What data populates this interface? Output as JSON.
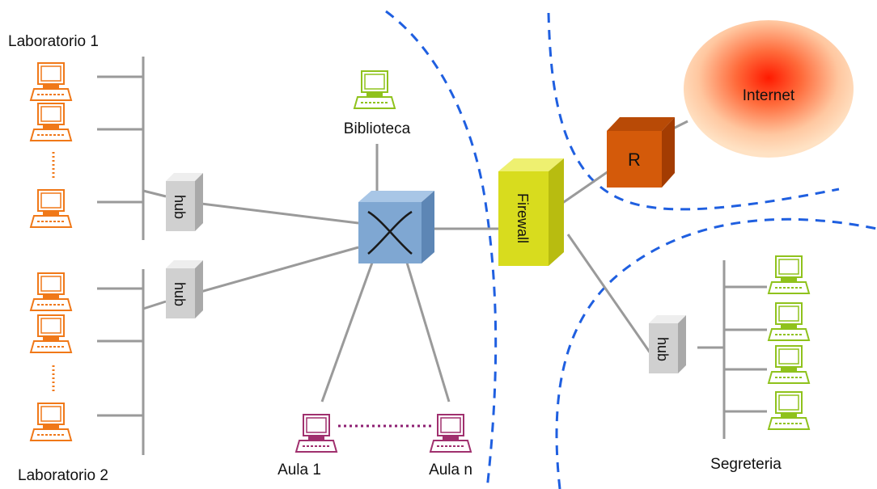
{
  "labels": {
    "lab1": "Laboratorio 1",
    "lab2": "Laboratorio 2",
    "biblioteca": "Biblioteca",
    "aula1": "Aula 1",
    "aulan": "Aula n",
    "segreteria": "Segreteria",
    "internet": "Internet"
  },
  "devices": {
    "hub_lab1": "hub",
    "hub_lab2": "hub",
    "hub_segreteria": "hub",
    "router": "R",
    "firewall": "Firewall"
  },
  "colors": {
    "lab_pc": "#f07818",
    "library_pc": "#8fc21c",
    "aula_pc": "#a0306e",
    "office_pc": "#8fc21c",
    "hub": "#d0d0d0",
    "switch": "#7fa7d2",
    "firewall": "#d8dc1e",
    "router": "#d45a0a",
    "links": "#9a9a9a",
    "zone_border": "#1f5fe0"
  }
}
